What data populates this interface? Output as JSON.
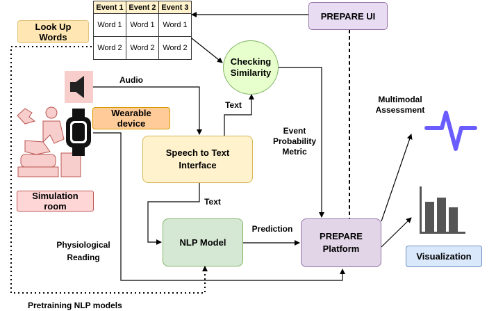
{
  "event_table": {
    "headers": [
      "Event 1",
      "Event 2",
      "Event 3"
    ],
    "rows": [
      [
        "Word 1",
        "Word 1",
        "Word 1"
      ],
      [
        "Word 2",
        "Word 2",
        "Word 2"
      ]
    ]
  },
  "nodes": {
    "look_up_words": "Look Up\nWords",
    "prepare_ui": "PREPARE UI",
    "checking_similarity": "Checking\nSimilarity",
    "wearable_device": "Wearable\ndevice",
    "simulation_room": "Simulation\nroom",
    "speech_to_text": "Speech to Text\nInterface",
    "nlp_model": "NLP Model",
    "prepare_platform": "PREPARE\nPlatform",
    "visualization": "Visualization"
  },
  "labels": {
    "audio": "Audio",
    "text_upper": "Text",
    "text_lower": "Text",
    "event_probability_metric": "Event\nProbability\nMetric",
    "prediction": "Prediction",
    "physiological_reading": "Physiological\nReading",
    "pretraining_nlp_models": "Pretraining NLP models",
    "multimodal_assessment": "Multimodal\nAssessment"
  },
  "icons": {
    "speaker": "speaker-icon",
    "wearable": "smartwatch-icon",
    "simulation": "simulation-mannequin-icon",
    "waveform": "waveform-icon",
    "bar_chart": "bar-chart-icon"
  },
  "colors": {
    "look_up_words": "#ffe6b3",
    "prepare_ui": "#e8dcf3",
    "checking_similarity": "#e6ffcc",
    "wearable_device": "#ffcc99",
    "simulation_room": "#ffd6d6",
    "speech_to_text": "#fff2cc",
    "nlp_model": "#d5e8d4",
    "prepare_platform": "#e1d5e7",
    "visualization": "#dae8fc",
    "waveform": "#6a5cff",
    "bars": "#555555",
    "speaker_bg": "#f8cecc"
  }
}
